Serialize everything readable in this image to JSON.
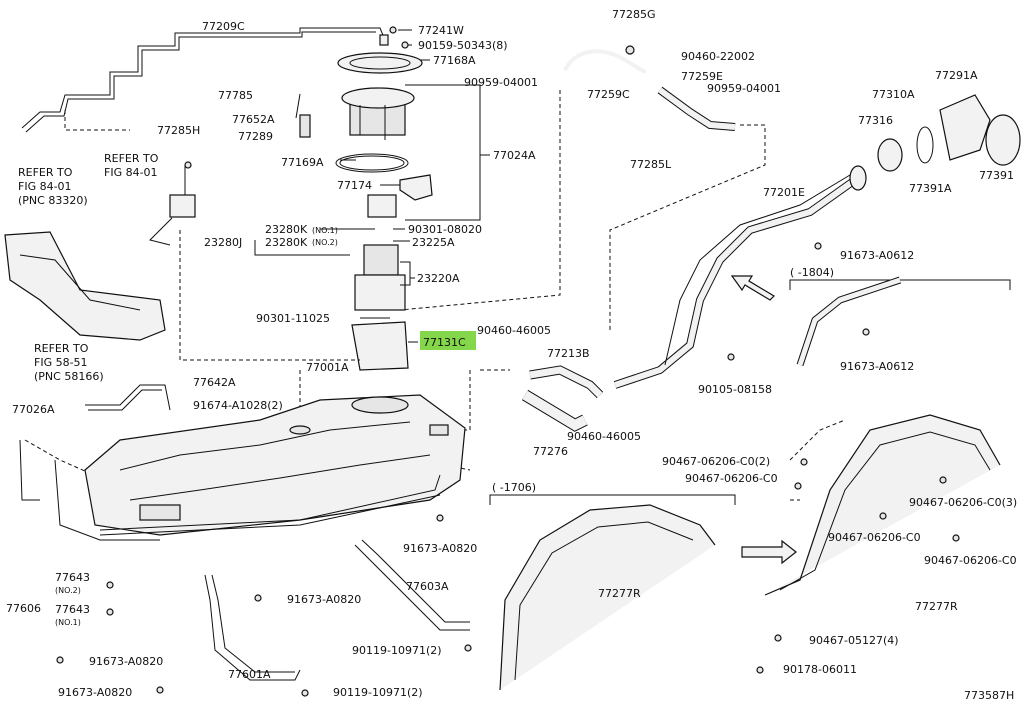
{
  "diagram_id": "773587H",
  "highlight_color": "#84d64a",
  "highlighted_part": "77131C",
  "refs": {
    "r1_line1": "REFER TO",
    "r1_line2": "FIG 84-01",
    "r2_line1": "REFER TO",
    "r2_line2": "FIG 84-01",
    "r2_line3": "(PNC 83320)",
    "r3_line1": "REFER TO",
    "r3_line2": "FIG 58-51",
    "r3_line3": "(PNC 58166)"
  },
  "notes": {
    "upto_1804": "( -1804)",
    "upto_1706": "( -1706)",
    "no1": "(NO.1)",
    "no2": "(NO.2)"
  },
  "labels": {
    "p77209C": "77209C",
    "p77241W": "77241W",
    "p9015950343": "90159-50343(8)",
    "p77168A": "77168A",
    "p77785": "77785",
    "p77652A": "77652A",
    "p77289": "77289",
    "p77285H": "77285H",
    "p77024A": "77024A",
    "p77169A": "77169A",
    "p77174": "77174",
    "p23280K1": "23280K",
    "p23280J": "23280J",
    "p23280K2": "23280K",
    "p9030108020": "90301-08020",
    "p23225A": "23225A",
    "p23220A": "23220A",
    "p9030111025": "90301-11025",
    "p77131C": "77131C",
    "p77001A": "77001A",
    "p77642A": "77642A",
    "p91674A1028": "91674-A1028(2)",
    "p77026A": "77026A",
    "p77285G": "77285G",
    "p9046022002": "90460-22002",
    "p9095904001a": "90959-04001",
    "p77259E": "77259E",
    "p77259C": "77259C",
    "p9095904001b": "90959-04001",
    "p77285L": "77285L",
    "p77310A": "77310A",
    "p77291A": "77291A",
    "p77316": "77316",
    "p77391A": "77391A",
    "p77391": "77391",
    "p77201E": "77201E",
    "p91673A0612a": "91673-A0612",
    "p91673A0612b": "91673-A0612",
    "p9046046005a": "90460-46005",
    "p77213B": "77213B",
    "p9010508158": "90105-08158",
    "p9046046005b": "90460-46005",
    "p77276": "77276",
    "p9046706206C0a": "90467-06206-C0(2)",
    "p9046706206C0b": "90467-06206-C0",
    "p9046706206C0c": "90467-06206-C0(3)",
    "p9046706206C0d": "90467-06206-C0",
    "p9046706206C0e": "90467-06206-C0",
    "p91673A0820a": "91673-A0820",
    "p77606": "77606",
    "p77643a": "77643",
    "p77643b": "77643",
    "p91673A0820b": "91673-A0820",
    "p77603A": "77603A",
    "p91673A0820c": "91673-A0820",
    "p9011910971a": "90119-10971(2)",
    "p77601A": "77601A",
    "p91673A0820d": "91673-A0820",
    "p9011910971b": "90119-10971(2)",
    "p77277Ra": "77277R",
    "p77277Rb": "77277R",
    "p9046705127": "90467-05127(4)",
    "p9017806011": "90178-06011"
  }
}
